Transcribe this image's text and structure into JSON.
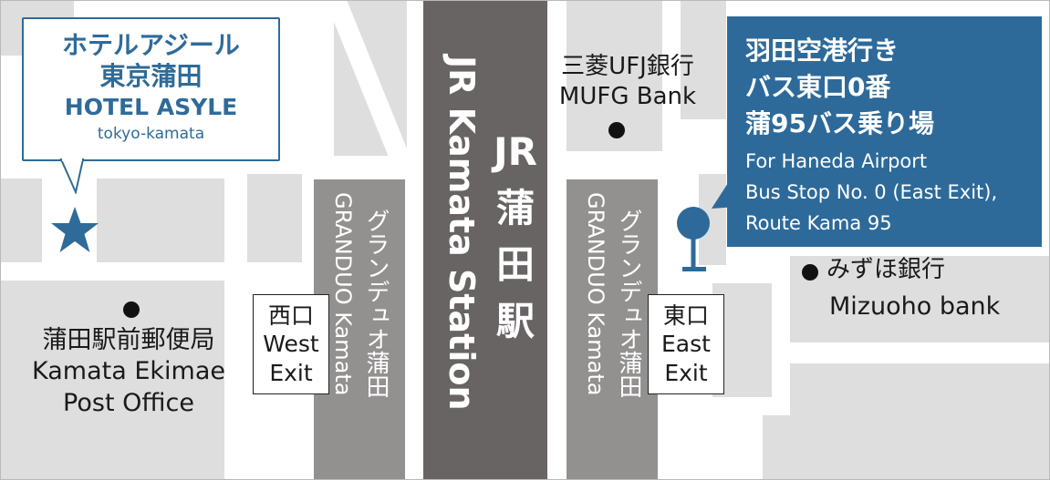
{
  "colors": {
    "station": "#686464",
    "granduo": "#939090",
    "block": "#dedede",
    "accent_blue": "#2d6a9a",
    "hotel_blue": "#2f6b99"
  },
  "hotel": {
    "name_ja_1": "ホテルアジール",
    "name_ja_2": "東京蒲田",
    "name_en": "HOTEL ASYLE",
    "sub_en": "tokyo-kamata",
    "marker_icon": "star-icon"
  },
  "station": {
    "name_ja_1": "JR",
    "name_ja_2": "蒲",
    "name_ja_3": "田",
    "name_ja_4": "駅",
    "name_en": "JR Kamata Station"
  },
  "granduo_west": {
    "name_ja": "グランデュオ蒲田",
    "name_en": "GRANDUO Kamata"
  },
  "granduo_east": {
    "name_ja": "グランデュオ蒲田",
    "name_en": "GRANDUO Kamata"
  },
  "west_exit": {
    "ja": "西口",
    "en_1": "West",
    "en_2": "Exit"
  },
  "east_exit": {
    "ja": "東口",
    "en_1": "East",
    "en_2": "Exit"
  },
  "post_office": {
    "ja": "蒲田駅前郵便局",
    "en_1": "Kamata Ekimae",
    "en_2": "Post Office"
  },
  "mufg": {
    "ja": "三菱UFJ銀行",
    "en": "MUFG Bank"
  },
  "mizuho": {
    "ja": "みずほ銀行",
    "en": "Mizuoho bank"
  },
  "bus_stop": {
    "ja_1": "羽田空港行き",
    "ja_2": "バス東口0番",
    "ja_3": "蒲95バス乗り場",
    "en_1": "For Haneda Airport",
    "en_2": "Bus Stop No. 0 (East Exit),",
    "en_3": "Route Kama 95",
    "marker_icon": "bus-stop-pin-icon"
  }
}
